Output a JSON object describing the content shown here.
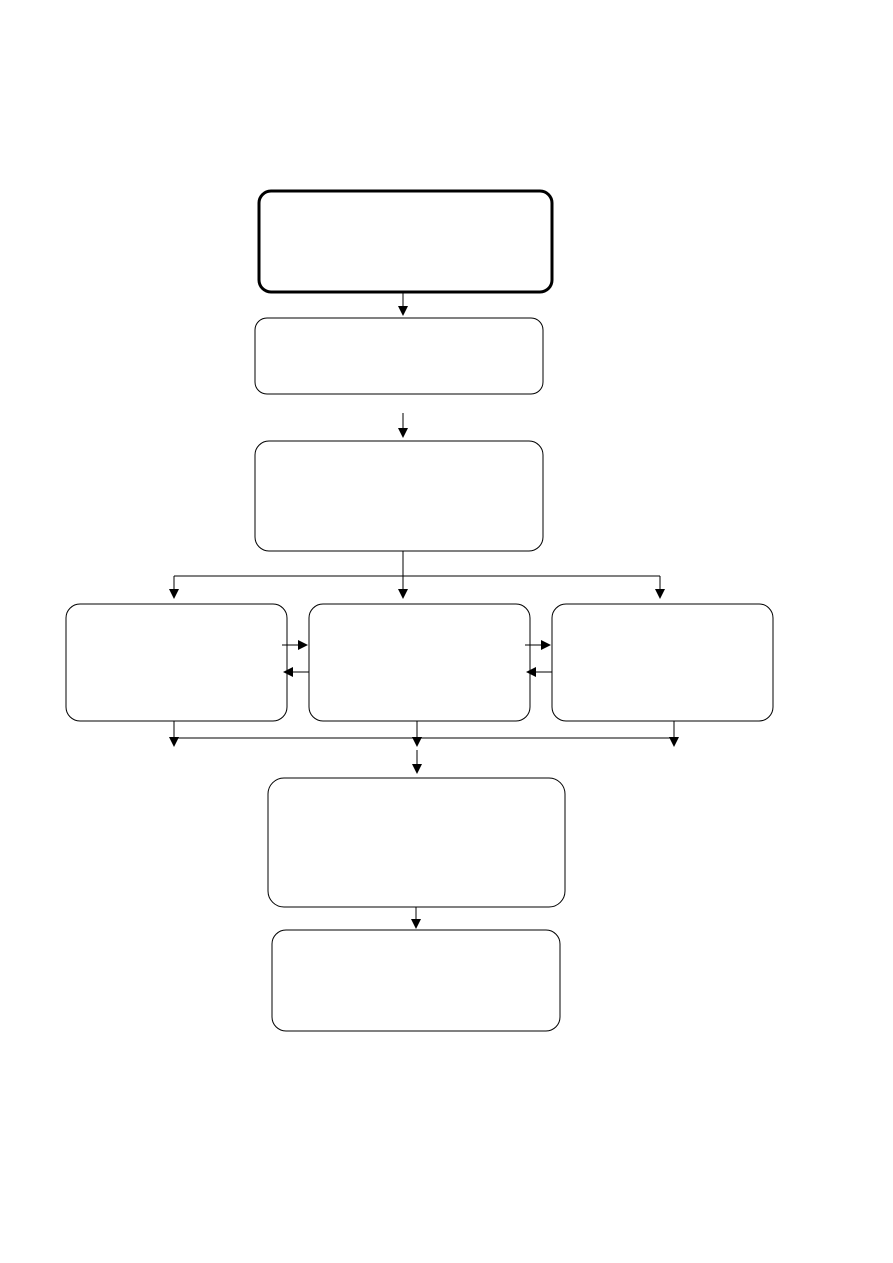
{
  "colors": {
    "background": "#ffffff",
    "stroke": "#000000"
  },
  "diagram": {
    "type": "flowchart",
    "nodes": [
      {
        "id": "start-box",
        "label": "",
        "emphasis": "bold-border"
      },
      {
        "id": "step-2-box",
        "label": ""
      },
      {
        "id": "step-3-box",
        "label": ""
      },
      {
        "id": "branch-left-box",
        "label": ""
      },
      {
        "id": "branch-center-box",
        "label": ""
      },
      {
        "id": "branch-right-box",
        "label": ""
      },
      {
        "id": "merge-box",
        "label": ""
      },
      {
        "id": "end-box",
        "label": ""
      }
    ],
    "edges": [
      {
        "from": "start-box",
        "to": "step-2-box"
      },
      {
        "from": "step-2-box",
        "to": "step-3-box"
      },
      {
        "from": "step-3-box",
        "to": "branch-left-box"
      },
      {
        "from": "step-3-box",
        "to": "branch-center-box"
      },
      {
        "from": "step-3-box",
        "to": "branch-right-box"
      },
      {
        "from": "branch-left-box",
        "to": "branch-center-box"
      },
      {
        "from": "branch-center-box",
        "to": "branch-left-box"
      },
      {
        "from": "branch-center-box",
        "to": "branch-right-box"
      },
      {
        "from": "branch-right-box",
        "to": "branch-center-box"
      },
      {
        "from": "branch-left-box",
        "to": "merge-box"
      },
      {
        "from": "branch-center-box",
        "to": "merge-box"
      },
      {
        "from": "branch-right-box",
        "to": "merge-box"
      },
      {
        "from": "merge-box",
        "to": "end-box"
      }
    ]
  }
}
